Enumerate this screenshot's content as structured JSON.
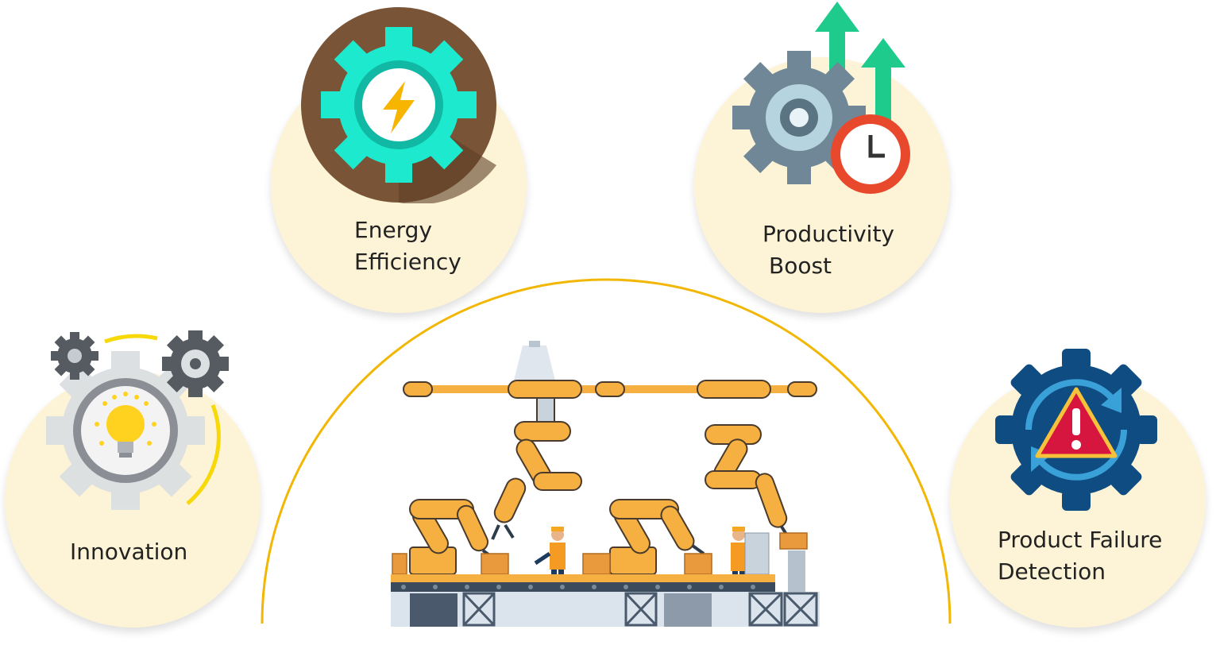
{
  "features": [
    {
      "id": "energy",
      "line1": "Energy",
      "line2": "Efficiency",
      "icon": "energy-gear-icon"
    },
    {
      "id": "productivity",
      "line1": "Productivity",
      "line2": "Boost",
      "icon": "productivity-gear-icon"
    },
    {
      "id": "innovation",
      "line1": "Innovation",
      "line2": "",
      "icon": "innovation-bulb-icon"
    },
    {
      "id": "failure",
      "line1": "Product Failure",
      "line2": "Detection",
      "icon": "failure-warning-icon"
    }
  ],
  "colors": {
    "bubble": "#fdf3d6",
    "arc": "#f2b705",
    "teal": "#1de9cf",
    "brown": "#7a5436",
    "navy": "#0f4c81",
    "warning_red": "#d6163f",
    "robot_orange": "#f5b041"
  },
  "center_illustration": "robotic-assembly-line"
}
